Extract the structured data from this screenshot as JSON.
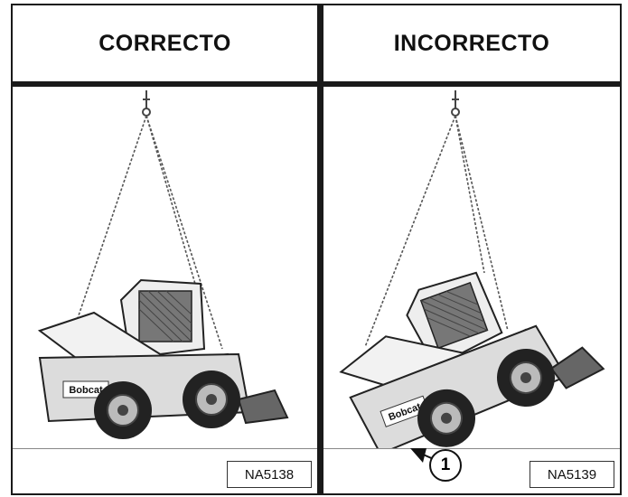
{
  "panels": {
    "correct": {
      "title": "CORRECTO",
      "code": "NA5138"
    },
    "incorrect": {
      "title": "INCORRECTO",
      "code": "NA5139"
    }
  },
  "callout": {
    "number": "1"
  },
  "brand_decal": "Bobcat"
}
